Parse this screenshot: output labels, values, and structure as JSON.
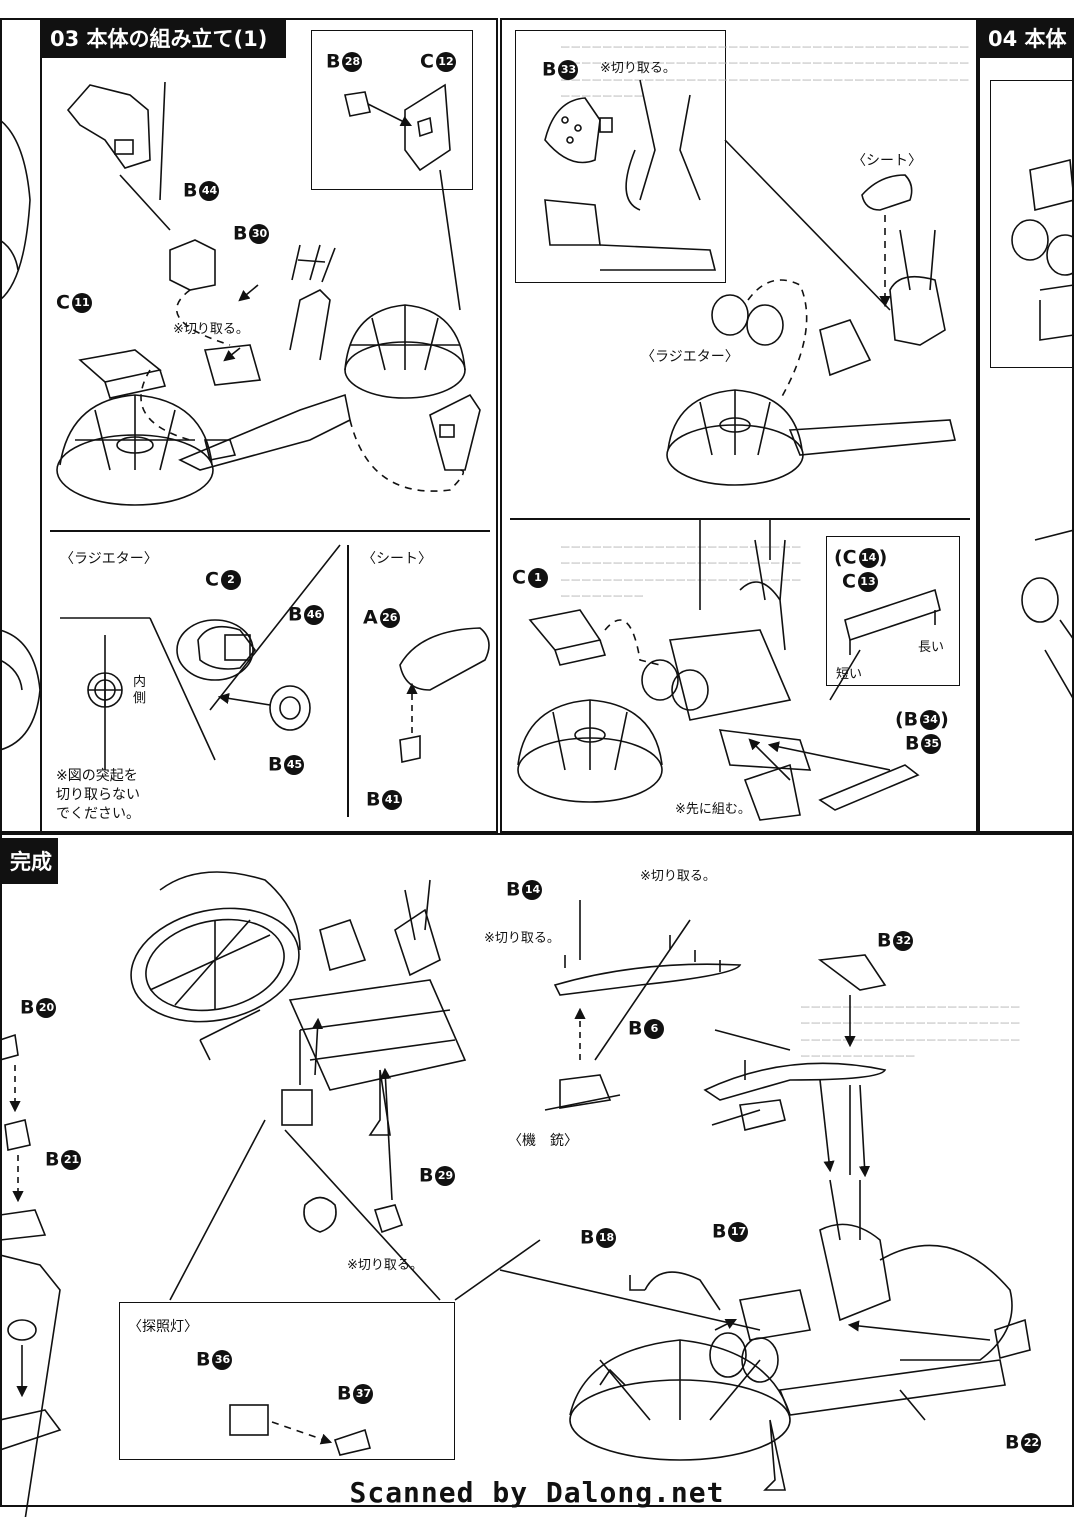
{
  "sections": {
    "s03": "03 本体の組み立て(1)",
    "s04": "04 本体",
    "done": "完成"
  },
  "labels": {
    "b28": {
      "letter": "B",
      "num": "28"
    },
    "c12": {
      "letter": "C",
      "num": "12"
    },
    "b33": {
      "letter": "B",
      "num": "33"
    },
    "b44": {
      "letter": "B",
      "num": "44"
    },
    "b30": {
      "letter": "B",
      "num": "30"
    },
    "c11": {
      "letter": "C",
      "num": "11"
    },
    "c2": {
      "letter": "C",
      "num": "2"
    },
    "b46": {
      "letter": "B",
      "num": "46"
    },
    "b45": {
      "letter": "B",
      "num": "45"
    },
    "a26": {
      "letter": "A",
      "num": "26"
    },
    "b41": {
      "letter": "B",
      "num": "41"
    },
    "c1": {
      "letter": "C",
      "num": "1"
    },
    "c14": {
      "letter": "(C",
      "num": "14",
      "suffix": ")"
    },
    "c13": {
      "letter": "C",
      "num": "13"
    },
    "b34": {
      "letter": "(B",
      "num": "34",
      "suffix": ")"
    },
    "b35": {
      "letter": "B",
      "num": "35"
    },
    "b20": {
      "letter": "B",
      "num": "20"
    },
    "b21": {
      "letter": "B",
      "num": "21"
    },
    "b14": {
      "letter": "B",
      "num": "14"
    },
    "b6": {
      "letter": "B",
      "num": "6"
    },
    "b32": {
      "letter": "B",
      "num": "32"
    },
    "b29": {
      "letter": "B",
      "num": "29"
    },
    "b18": {
      "letter": "B",
      "num": "18"
    },
    "b17": {
      "letter": "B",
      "num": "17"
    },
    "b36": {
      "letter": "B",
      "num": "36"
    },
    "b37": {
      "letter": "B",
      "num": "37"
    },
    "b22": {
      "letter": "B",
      "num": "22"
    }
  },
  "notes": {
    "cut1": "※切り取る。",
    "cut2": "※切り取る。",
    "cut3": "※切り取る。",
    "cut4": "※切り取る。",
    "cut5": "※切り取る。",
    "seat1": "〈シート〉",
    "seat2": "〈シート〉",
    "radiator1": "〈ラジエター〉",
    "radiator2": "〈ラジエター〉",
    "inner_side": "内\n側",
    "warning": "※図の突起を\n切り取らない\nでください。",
    "first_assemble": "※先に組む。",
    "long": "長い",
    "short": "短い",
    "machinegun": "〈機　銃〉",
    "searchlight": "〈探照灯〉"
  },
  "footer": "Scanned by Dalong.net"
}
